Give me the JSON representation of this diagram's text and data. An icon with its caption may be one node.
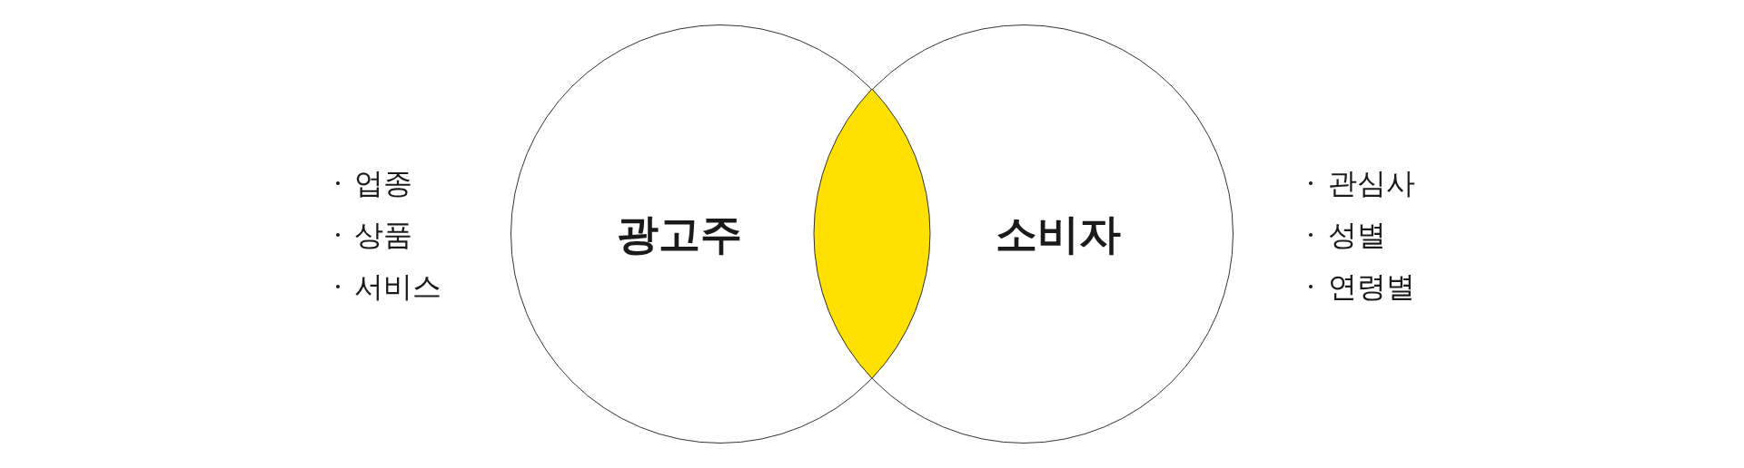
{
  "diagram": {
    "nodes": [
      {
        "text": [
          "광고주"
        ],
        "beside": [
          "업종",
          "상품",
          "서비스"
        ]
      },
      {
        "text": [],
        "shape": "lens"
      },
      {
        "text": [
          "소비자"
        ],
        "beside": [
          "관심사",
          "성별",
          "연령별"
        ]
      }
    ]
  }
}
